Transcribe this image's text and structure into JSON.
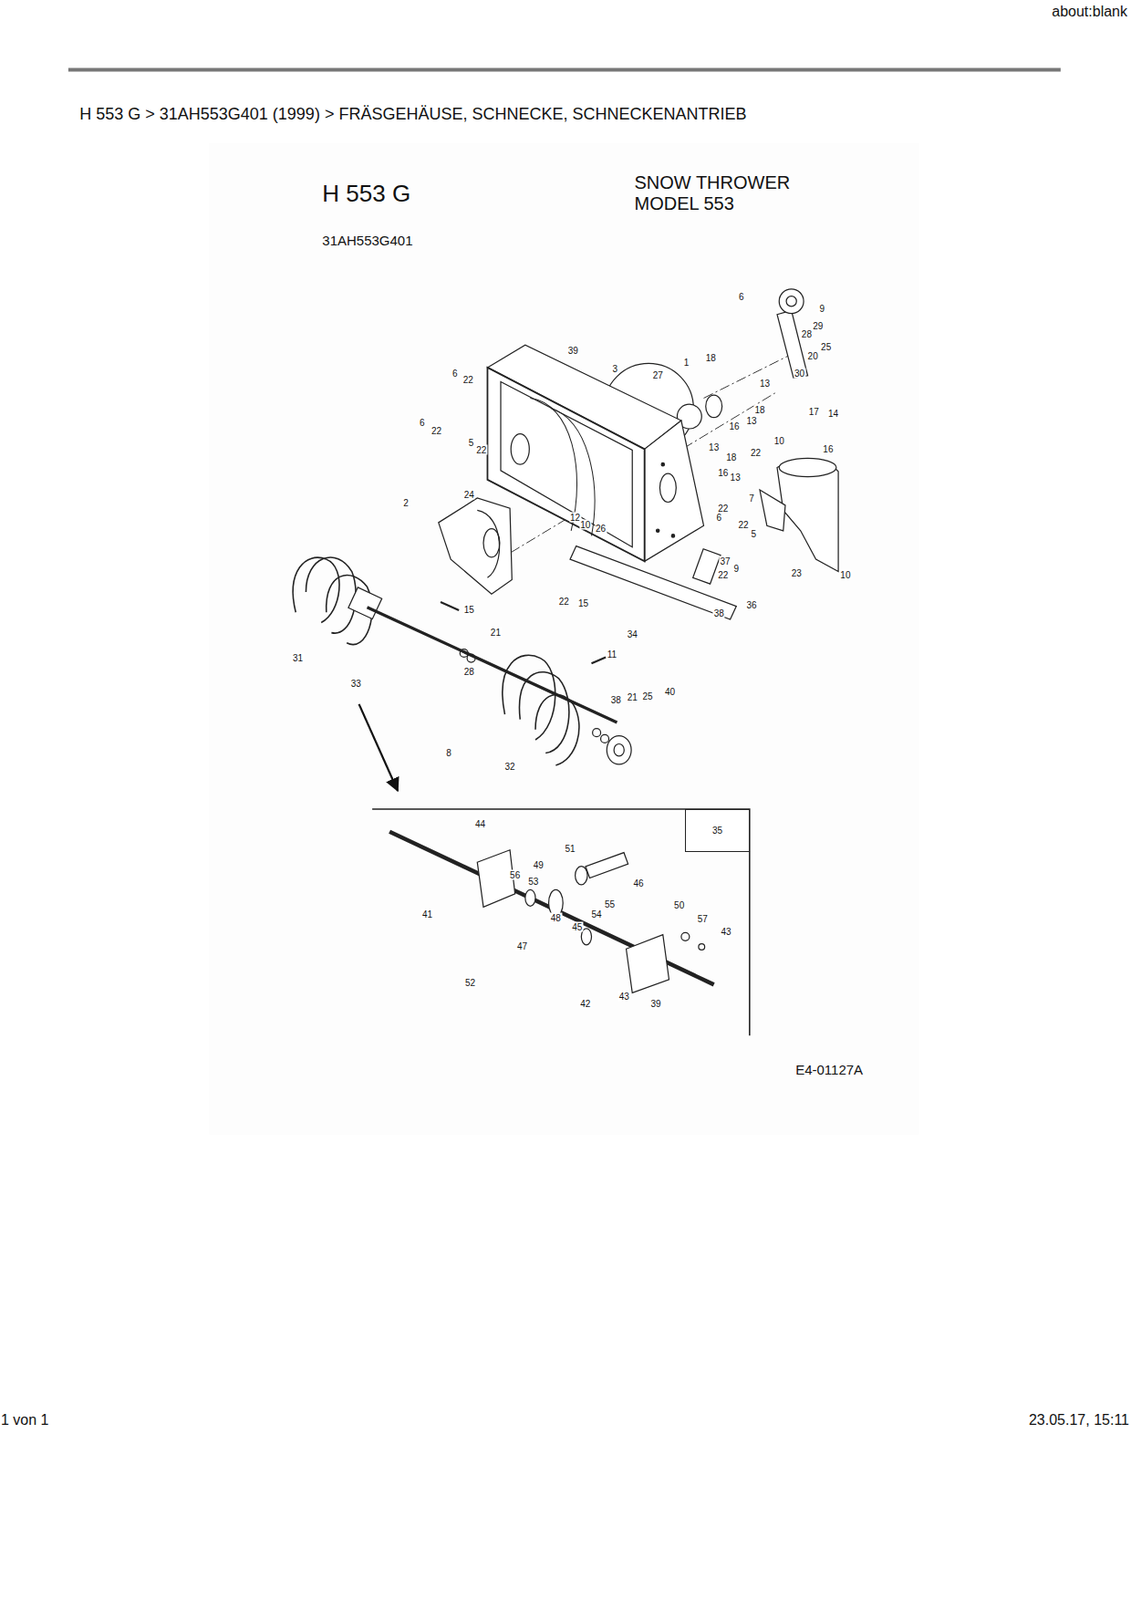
{
  "diagram": {
    "title": "H 553 G  >  31AH553G401 (1999)  >  FRÄSGEHÄUSE, SCHNECKE, SCHNECKENANTRIEB",
    "nodes": [
      {
        "text": [
          "35"
        ]
      }
    ],
    "labels": [
      "about:blank",
      "H 553 G",
      "31AH553G401",
      "SNOW THROWER",
      "MODEL 553",
      "6",
      "9",
      "29",
      "28",
      "25",
      "20",
      "30",
      "39",
      "3",
      "27",
      "1",
      "18",
      "13",
      "18",
      "13",
      "16",
      "17",
      "14",
      "6",
      "22",
      "6",
      "22",
      "5",
      "22",
      "13",
      "18",
      "16",
      "13",
      "10",
      "16",
      "22",
      "24",
      "2",
      "12",
      "10",
      "26",
      "22",
      "6",
      "22",
      "5",
      "7",
      "37",
      "9",
      "22",
      "23",
      "10",
      "22",
      "15",
      "36",
      "38",
      "34",
      "15",
      "31",
      "33",
      "21",
      "28",
      "11",
      "38",
      "21",
      "25",
      "40",
      "8",
      "32",
      "44",
      "51",
      "49",
      "46",
      "56",
      "53",
      "55",
      "54",
      "48",
      "45",
      "41",
      "50",
      "57",
      "43",
      "47",
      "52",
      "42",
      "43",
      "39",
      "E4-01127A",
      "1 von 1",
      "23.05.17, 15:11"
    ]
  }
}
